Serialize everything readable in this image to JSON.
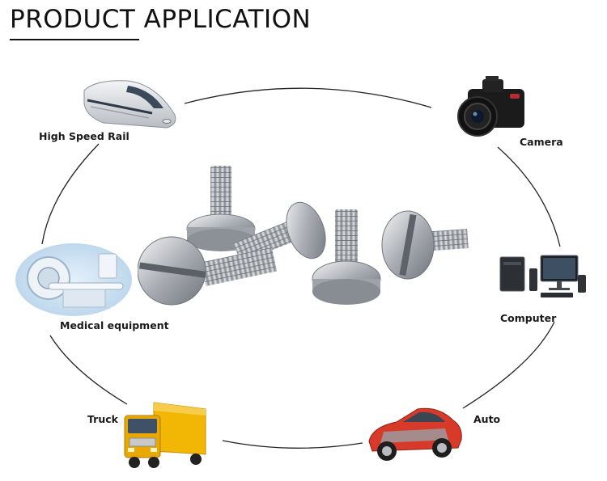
{
  "title": "PRODUCT APPLICATION",
  "applications": {
    "rail": "High Speed Rail",
    "camera": "Camera",
    "medical": "Medical equipment",
    "computer": "Computer",
    "truck": "Truck",
    "auto": "Auto"
  },
  "icons": {
    "rail": "high-speed-train-icon",
    "camera": "dslr-camera-icon",
    "medical": "mri-scanner-icon",
    "computer": "desktop-computer-icon",
    "truck": "truck-icon",
    "auto": "car-icon",
    "product": "slotted-pan-head-screws"
  },
  "colors": {
    "text": "#1a1a1a",
    "ring": "#222222",
    "truck_yellow": "#f2b705",
    "car_red": "#d83a2a",
    "metal": "#b9bcc1"
  }
}
